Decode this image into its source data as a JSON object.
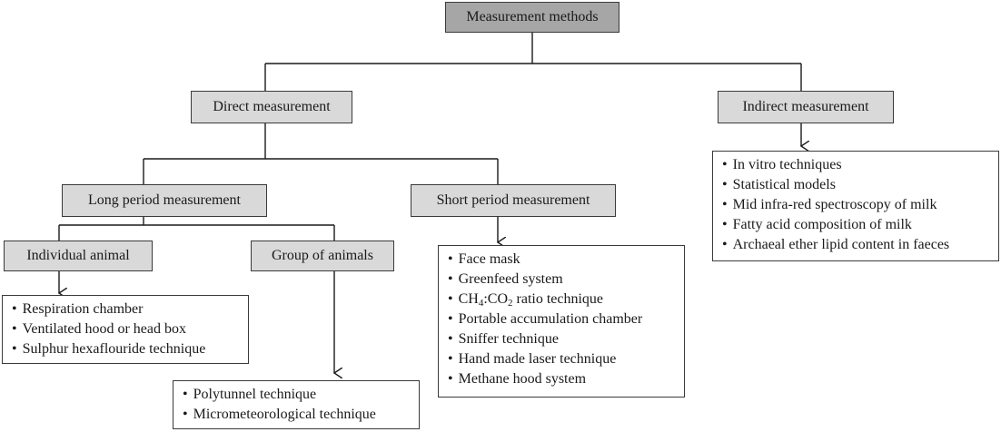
{
  "diagram": {
    "root": {
      "label": "Measurement methods"
    },
    "direct": {
      "label": "Direct measurement"
    },
    "indirect": {
      "label": "Indirect measurement",
      "items": [
        "In vitro techniques",
        "Statistical models",
        "Mid infra-red spectroscopy of milk",
        "Fatty acid composition of milk",
        "Archaeal ether lipid content in faeces"
      ]
    },
    "long_period": {
      "label": "Long period measurement"
    },
    "short_period": {
      "label": "Short period measurement",
      "items": {
        "face_mask": "Face mask",
        "greenfeed": "Greenfeed system",
        "ratio": {
          "ch": "CH",
          "ch_sub": "4",
          "mid": ":CO",
          "co_sub": "2",
          "rest": " ratio technique"
        },
        "portable": "Portable accumulation chamber",
        "sniffer": "Sniffer technique",
        "laser": "Hand made laser technique",
        "hood": "Methane hood system"
      }
    },
    "individual": {
      "label": "Individual animal",
      "items": [
        "Respiration chamber",
        "Ventilated hood or head box",
        "Sulphur hexaflouride technique"
      ]
    },
    "group": {
      "label": "Group of animals",
      "items": [
        "Polytunnel technique",
        "Micrometeorological technique"
      ]
    }
  }
}
